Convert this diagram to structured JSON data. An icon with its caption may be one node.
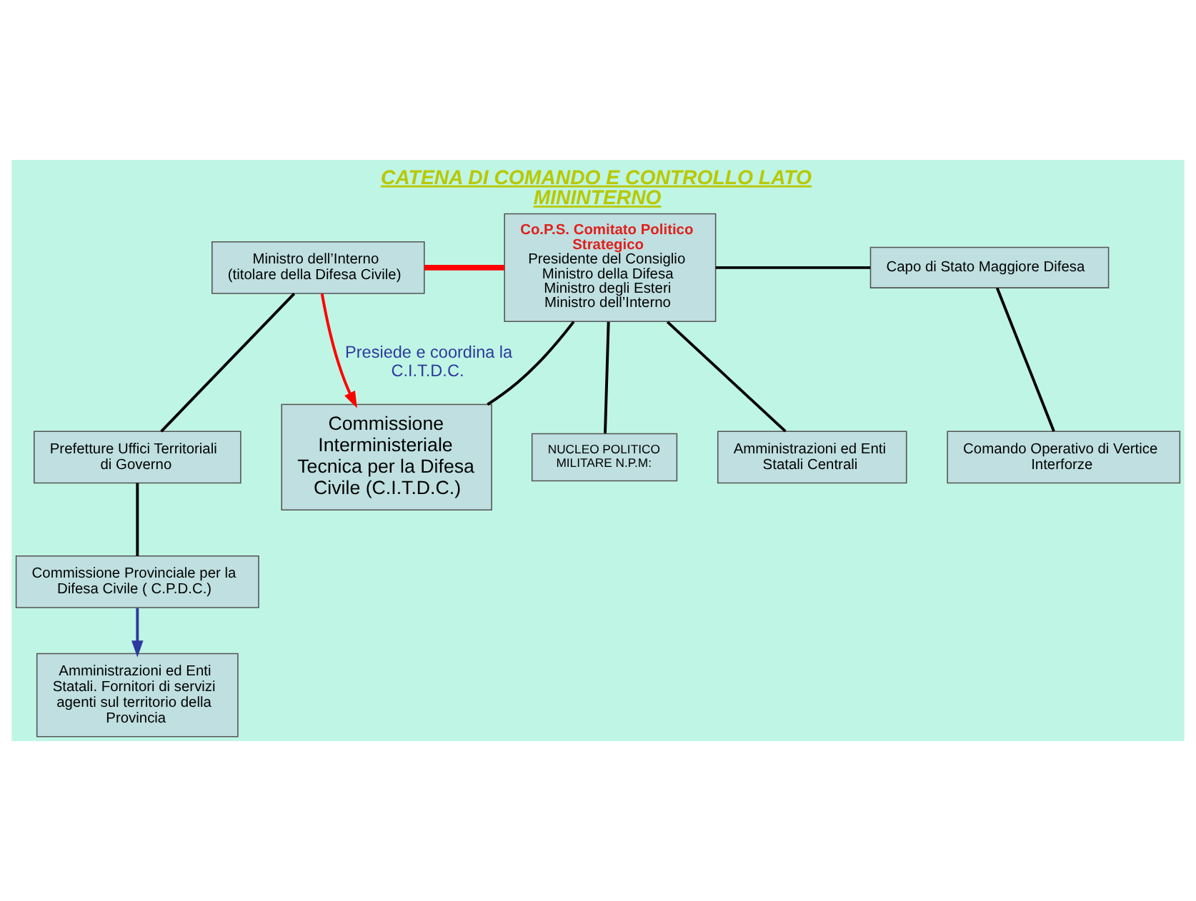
{
  "diagram": {
    "title": "CATENA DI COMANDO E CONTROLLO LATO MININTERNO",
    "nodes": [
      {
        "text": [
          "Ministro dell’Interno (titolare della Difesa Civile)"
        ]
      },
      {
        "text": [
          "Co.P.S. Comitato Politico Strategico",
          "Presidente del Consiglio Ministro della Difesa Ministro degli Esteri Ministro dell’Interno"
        ]
      },
      {
        "text": [
          "Capo di Stato Maggiore Difesa"
        ]
      },
      {
        "text": [
          "Prefetture Uffici Territoriali di Governo"
        ]
      },
      {
        "text": [
          "NUCLEO POLITICO MILITARE N.P.M:"
        ]
      },
      {
        "text": [
          "Comando Operativo di Vertice Interforze"
        ]
      },
      {
        "text": [
          "Commissione Provinciale per la Difesa Civile ( C.P.D.C.)"
        ]
      },
      {
        "text": [
          "Commissione Interministeriale Tecnica per la Difesa Civile (C.I.T.D.C.)"
        ]
      },
      {
        "text": [
          "Amministrazioni ed Enti Statali. Fornitori di servizi agenti sul territorio della Provincia"
        ]
      },
      {
        "text": [
          "Amministrazioni ed Enti Statali Centrali"
        ]
      }
    ],
    "edges": [
      {
        "from": 0,
        "to": 1,
        "arrow": "none",
        "style": "thick",
        "color": "#ff0000"
      },
      {
        "from": 1,
        "to": 2,
        "arrow": "none"
      },
      {
        "from": 2,
        "to": 5,
        "arrow": "none"
      },
      {
        "from": 1,
        "to": 4,
        "arrow": "none"
      },
      {
        "from": 1,
        "to": 7,
        "arrow": "none"
      },
      {
        "from": 1,
        "to": 9,
        "arrow": "none"
      },
      {
        "from": 0,
        "to": 3,
        "arrow": "none"
      },
      {
        "from": 3,
        "to": 6,
        "arrow": "none"
      },
      {
        "from": 6,
        "to": 8,
        "arrow": "to",
        "color": "#2e3a9e"
      },
      {
        "from": 0,
        "to": 7,
        "arrow": "to",
        "label": "Presiede e coordina la C.I.T.D.C.",
        "color": "#ff0000"
      }
    ]
  }
}
